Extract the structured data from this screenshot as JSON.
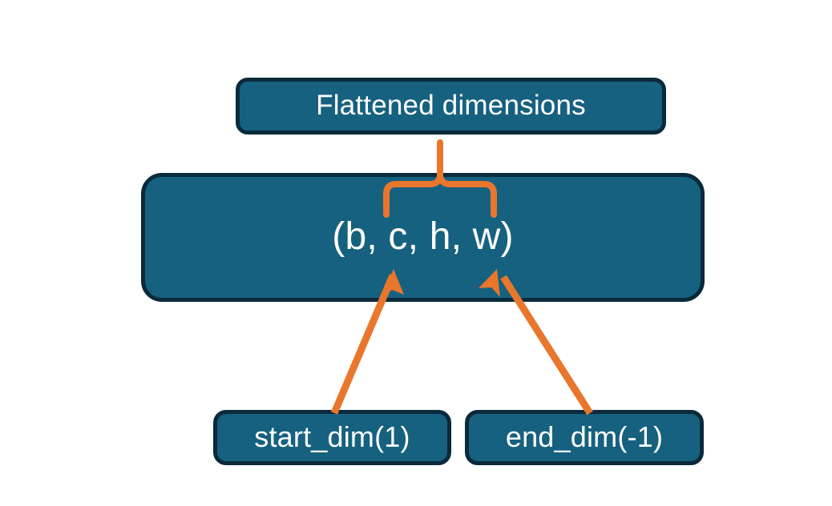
{
  "diagram": {
    "title_node": {
      "label": "Flattened dimensions"
    },
    "shape_node": {
      "label": "(b, c, h, w)"
    },
    "start_node": {
      "label": "start_dim(1)"
    },
    "end_node": {
      "label": "end_dim(-1)"
    },
    "connectors": {
      "brace": {
        "name": "curly-brace-up",
        "description": "orange curly brace grouping c, h, w pointing up to Flattened dimensions"
      },
      "start_arrow": {
        "name": "arrow-start-dim-to-c",
        "description": "orange arrow from start_dim(1) up to the c element"
      },
      "end_arrow": {
        "name": "arrow-end-dim-to-w",
        "description": "orange arrow from end_dim(-1) up to the w element"
      }
    },
    "colors": {
      "node_fill": "#16617f",
      "node_border": "#0a2a3b",
      "node_text": "#ffffff",
      "accent": "#e8762c",
      "background": "#ffffff"
    }
  }
}
